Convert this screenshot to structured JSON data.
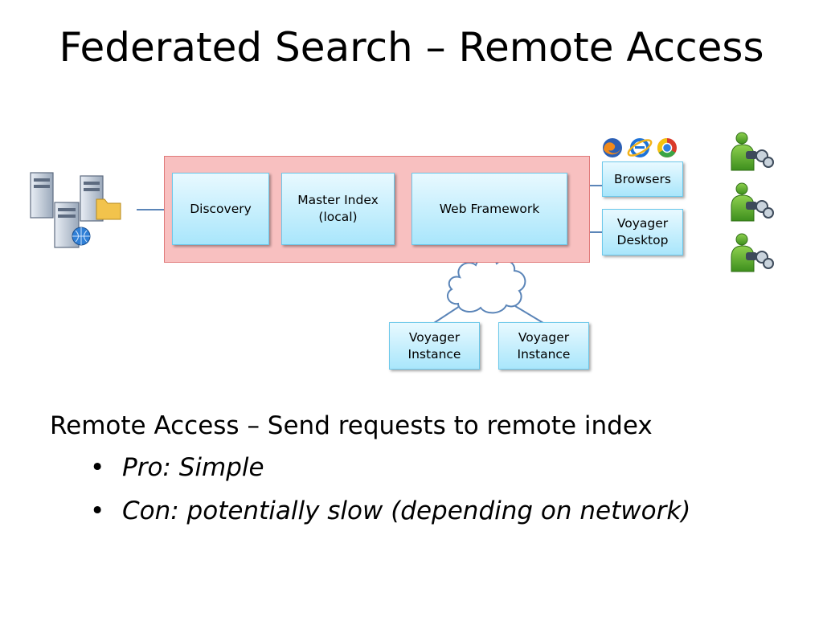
{
  "slide": {
    "title": "Federated Search – Remote Access"
  },
  "diagram": {
    "nodes": {
      "discovery": "Discovery",
      "master_index": "Master Index\n(local)",
      "web_framework": "Web Framework",
      "browsers": "Browsers",
      "voyager_desktop": "Voyager\nDesktop",
      "voyager_instance_1": "Voyager\nInstance",
      "voyager_instance_2": "Voyager\nInstance"
    },
    "icons": [
      "server-cluster-icon",
      "firefox-icon",
      "internet-explorer-icon",
      "chrome-icon",
      "cloud-icon",
      "user-binoculars-icon"
    ],
    "colors": {
      "container_fill": "#f8c0c0",
      "node_fill": "#bdeeff",
      "connector": "#5b85b8"
    }
  },
  "content": {
    "lead": "Remote Access – Send requests to remote index",
    "bullets": [
      "Pro: Simple",
      "Con: potentially slow (depending on network)"
    ]
  }
}
